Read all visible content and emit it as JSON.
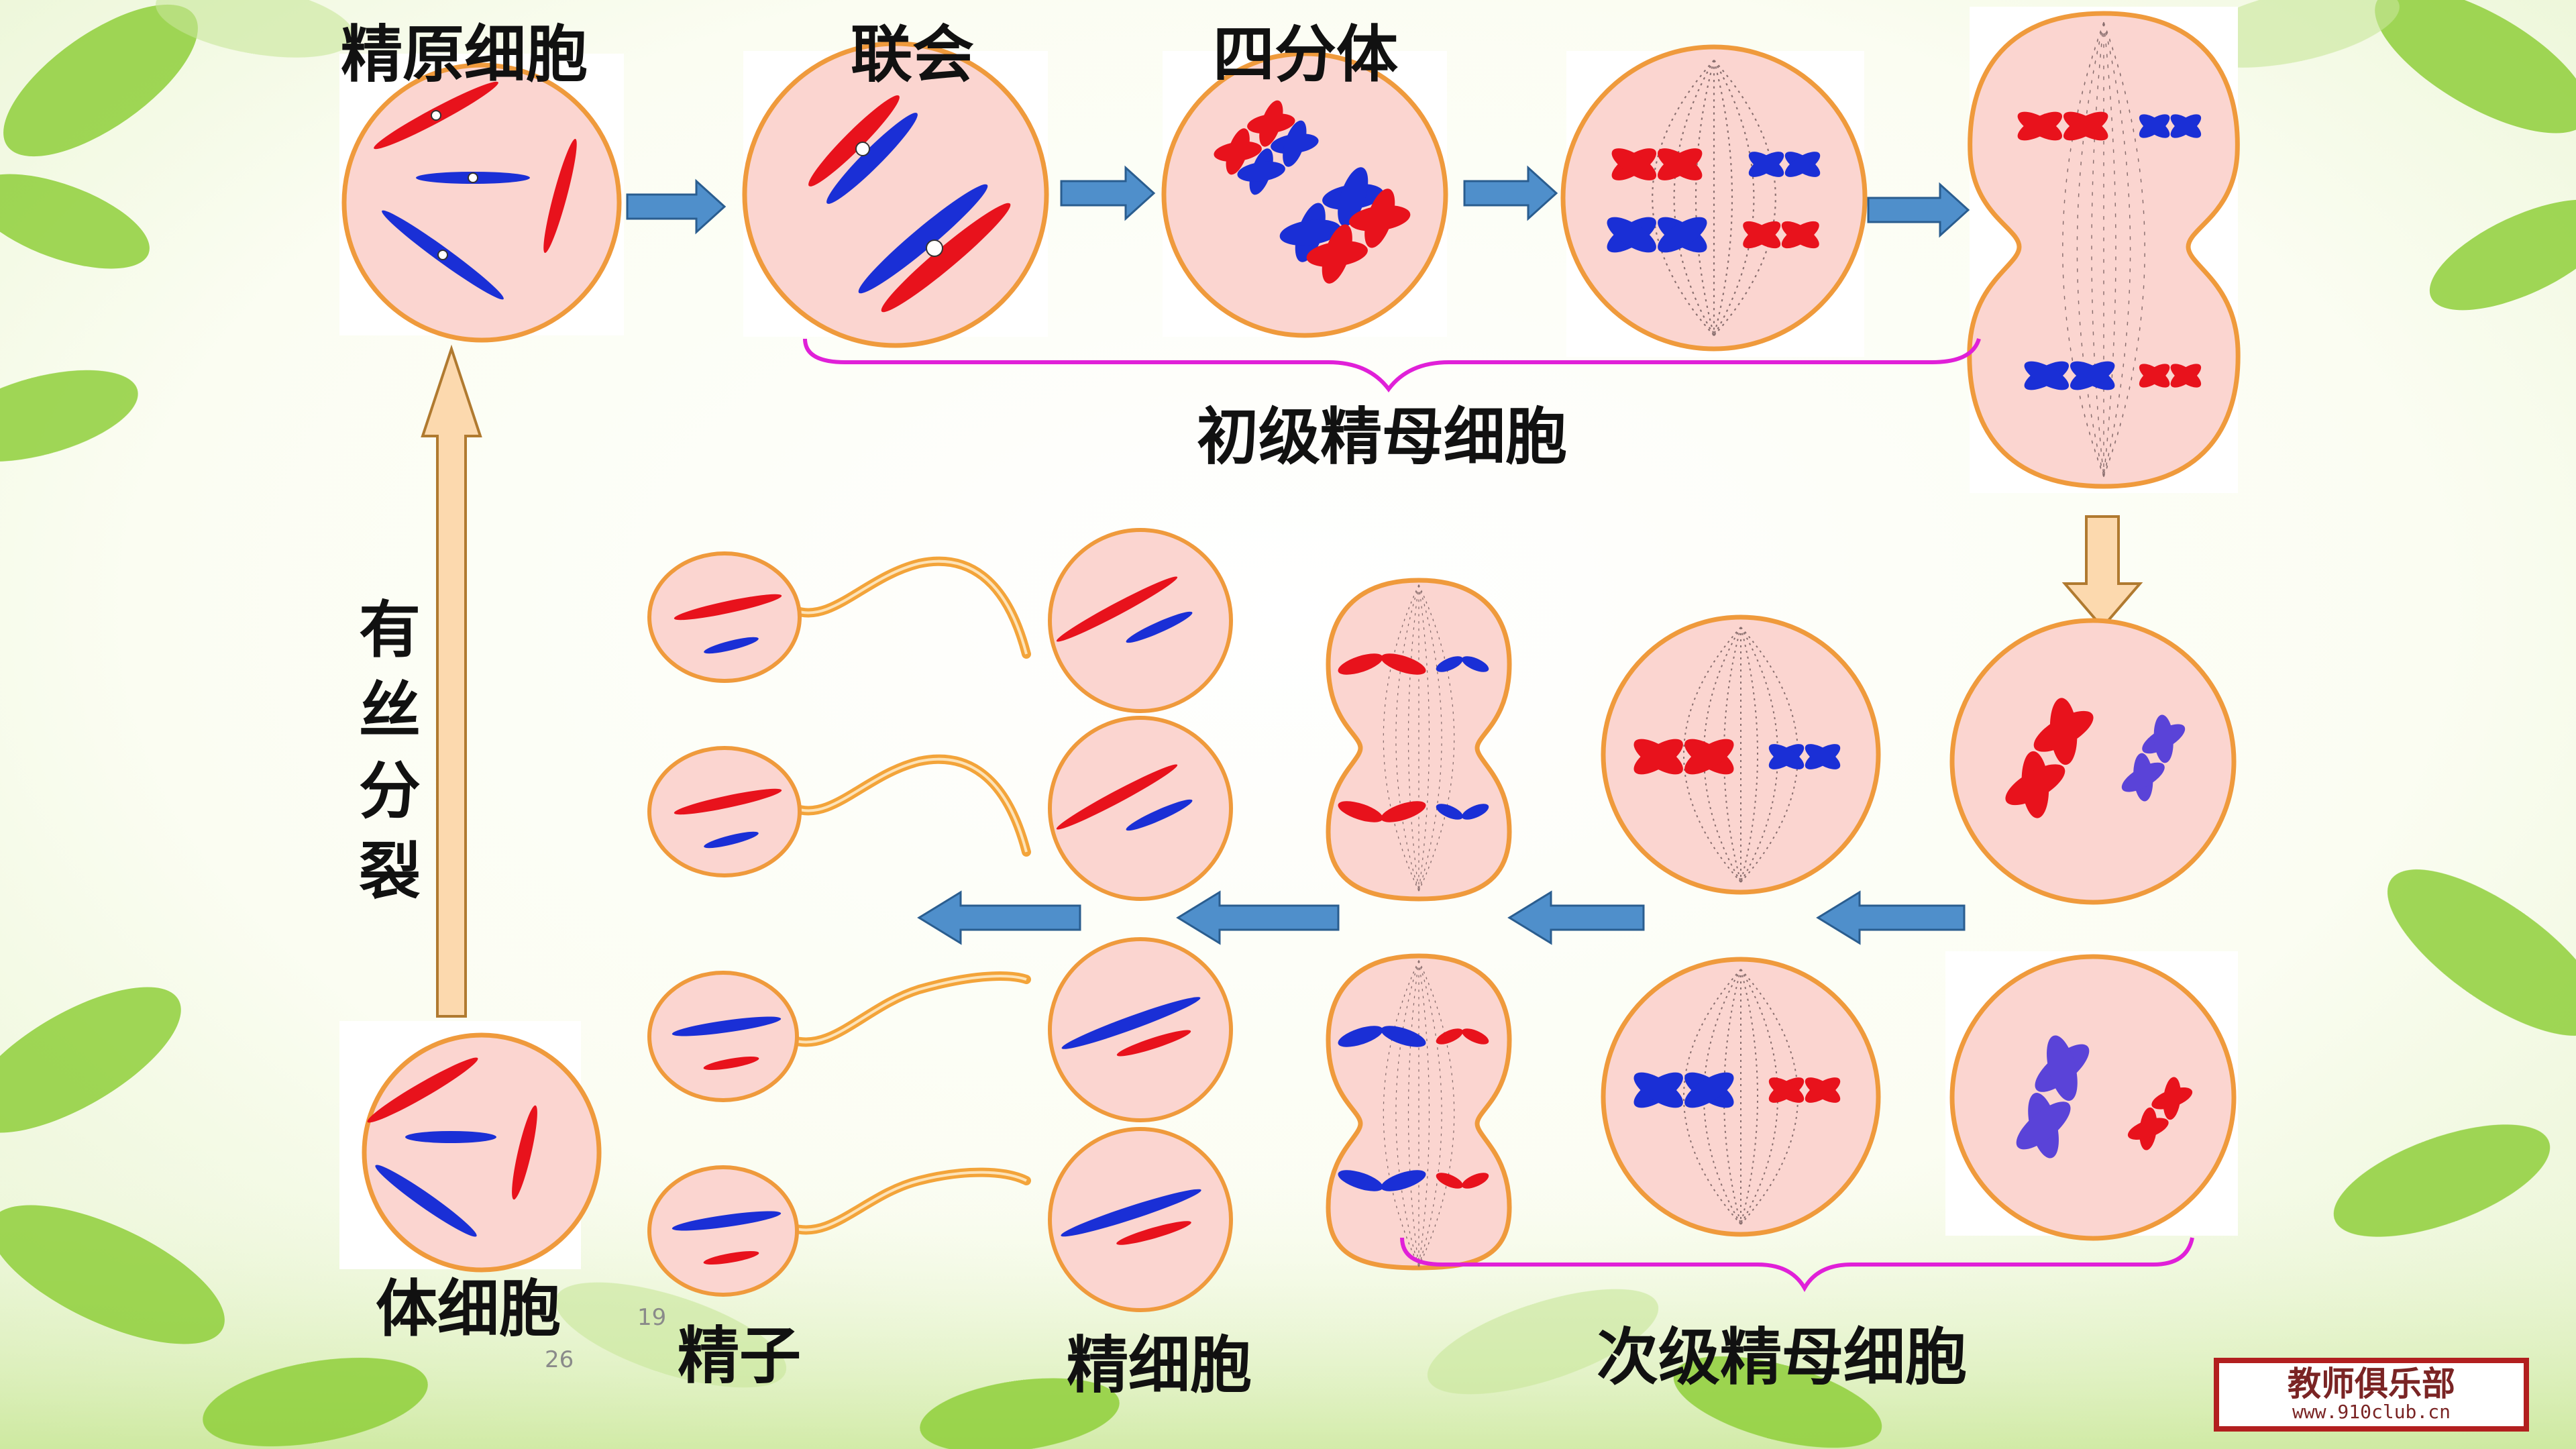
{
  "labels": {
    "spermatogonium": "精原细胞",
    "synapsis": "联会",
    "tetrad": "四分体",
    "primary_spermatocyte": "初级精母细胞",
    "mitosis": "有丝分裂",
    "somatic_cell": "体细胞",
    "sperm": "精子",
    "spermatid": "精细胞",
    "secondary_spermatocyte": "次级精母细胞"
  },
  "watermark": {
    "title": "教师俱乐部",
    "url": "www.910club.cn"
  },
  "stray_marks": [
    "26",
    "19"
  ],
  "colors": {
    "cell_fill": "#fbd5d0",
    "cell_border": "#ef9a3c",
    "chromosome_red": "#e8121c",
    "chromosome_blue": "#1a2fd6",
    "arrow_fill": "#4f8fcb",
    "arrow_up_fill": "#fcd9ae",
    "bracket": "#e020d8",
    "tail": "#f3a43a",
    "background_light": "#fbfdf2",
    "background_leaf": "#8fcf3a"
  }
}
